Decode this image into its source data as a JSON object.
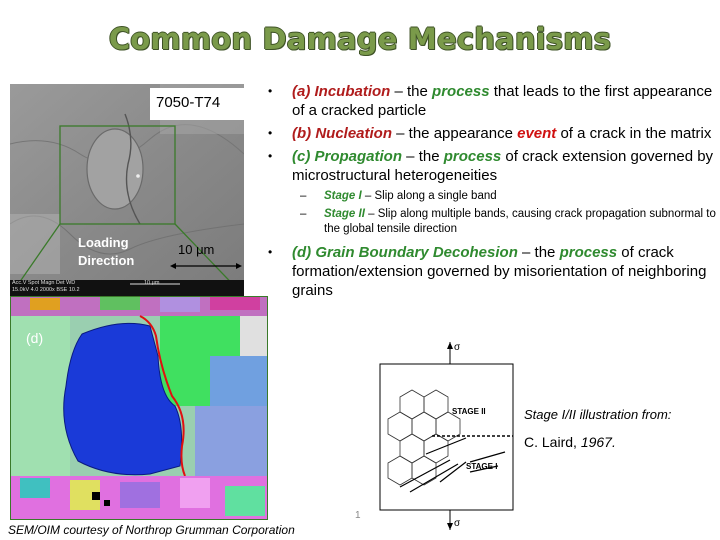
{
  "title": "Common Damage Mechanisms",
  "bullets": [
    {
      "label": "(a) Incubation",
      "dash": " – the ",
      "kw": "process",
      "rest": " that leads to the first appearance of a cracked particle"
    },
    {
      "label": "(b) Nucleation",
      "dash": " – the appearance ",
      "kw": "event",
      "rest": " of a crack in the matrix"
    },
    {
      "label": "(c) Propagation",
      "dash": " – the ",
      "kw": "process",
      "rest": " of crack extension governed by microstructural heterogeneities"
    },
    {
      "label": "(d) Grain Boundary Decohesion",
      "dash": " – the ",
      "kw": "process",
      "rest": " of crack formation/extension governed by misorientation of neighboring grains"
    }
  ],
  "subbullets": [
    {
      "label": "Stage I",
      "rest": " – Slip along a single band"
    },
    {
      "label": "Stage II",
      "rest": " – Slip along multiple bands, causing crack propagation subnormal to the global tensile direction"
    }
  ],
  "sem": {
    "alloy": "7050-T74",
    "loading_line1": "Loading",
    "loading_line2": "Direction",
    "scale": "10 μm",
    "databar_top": "Acc.V  Spot  Magn  Det  WD",
    "databar_bottom": "15.0kV 4.0   2000x  BSE  10.2",
    "databar_scale": "10 μm"
  },
  "oim": {
    "label": "(d)"
  },
  "caption_left": "SEM/OIM courtesy of Northrop Grumman Corporation",
  "stage_title": "Stage I/II illustration from:",
  "stage_credit_name": "C. Laird, ",
  "stage_credit_year": "1967.",
  "page_number": "1",
  "diagram": {
    "sigma": "σ",
    "stage2": "STAGE II",
    "stage1": "STAGE I"
  }
}
